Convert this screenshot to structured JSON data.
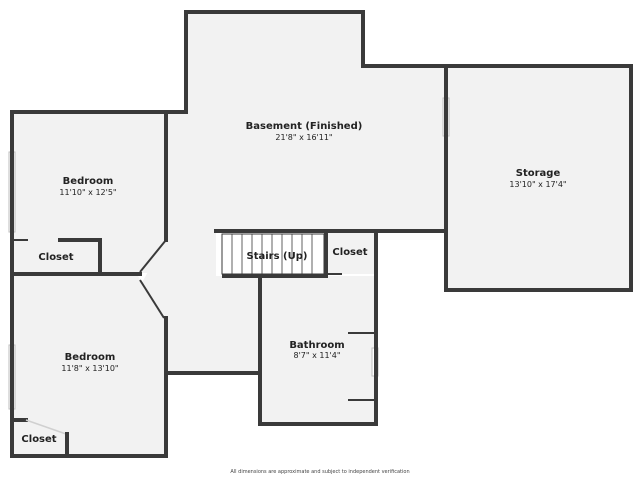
{
  "rooms": {
    "basement": {
      "name": "Basement (Finished)",
      "dims": "21'8\" x 16'11\""
    },
    "storage": {
      "name": "Storage",
      "dims": "13'10\" x 17'4\""
    },
    "bedroom1": {
      "name": "Bedroom",
      "dims": "11'10\" x 12'5\""
    },
    "bedroom2": {
      "name": "Bedroom",
      "dims": "11'8\" x 13'10\""
    },
    "bathroom": {
      "name": "Bathroom",
      "dims": "8'7\" x 11'4\""
    },
    "closet1": {
      "name": "Closet"
    },
    "closet2": {
      "name": "Closet"
    },
    "closet3": {
      "name": "Closet"
    },
    "stairs": {
      "name": "Stairs (Up)"
    }
  },
  "footer": {
    "disclaimer": "All dimensions are approximate and subject to independent verification"
  },
  "colors": {
    "wall": "#3a3a3a",
    "floor": "#f2f2f2",
    "background": "#ffffff"
  }
}
